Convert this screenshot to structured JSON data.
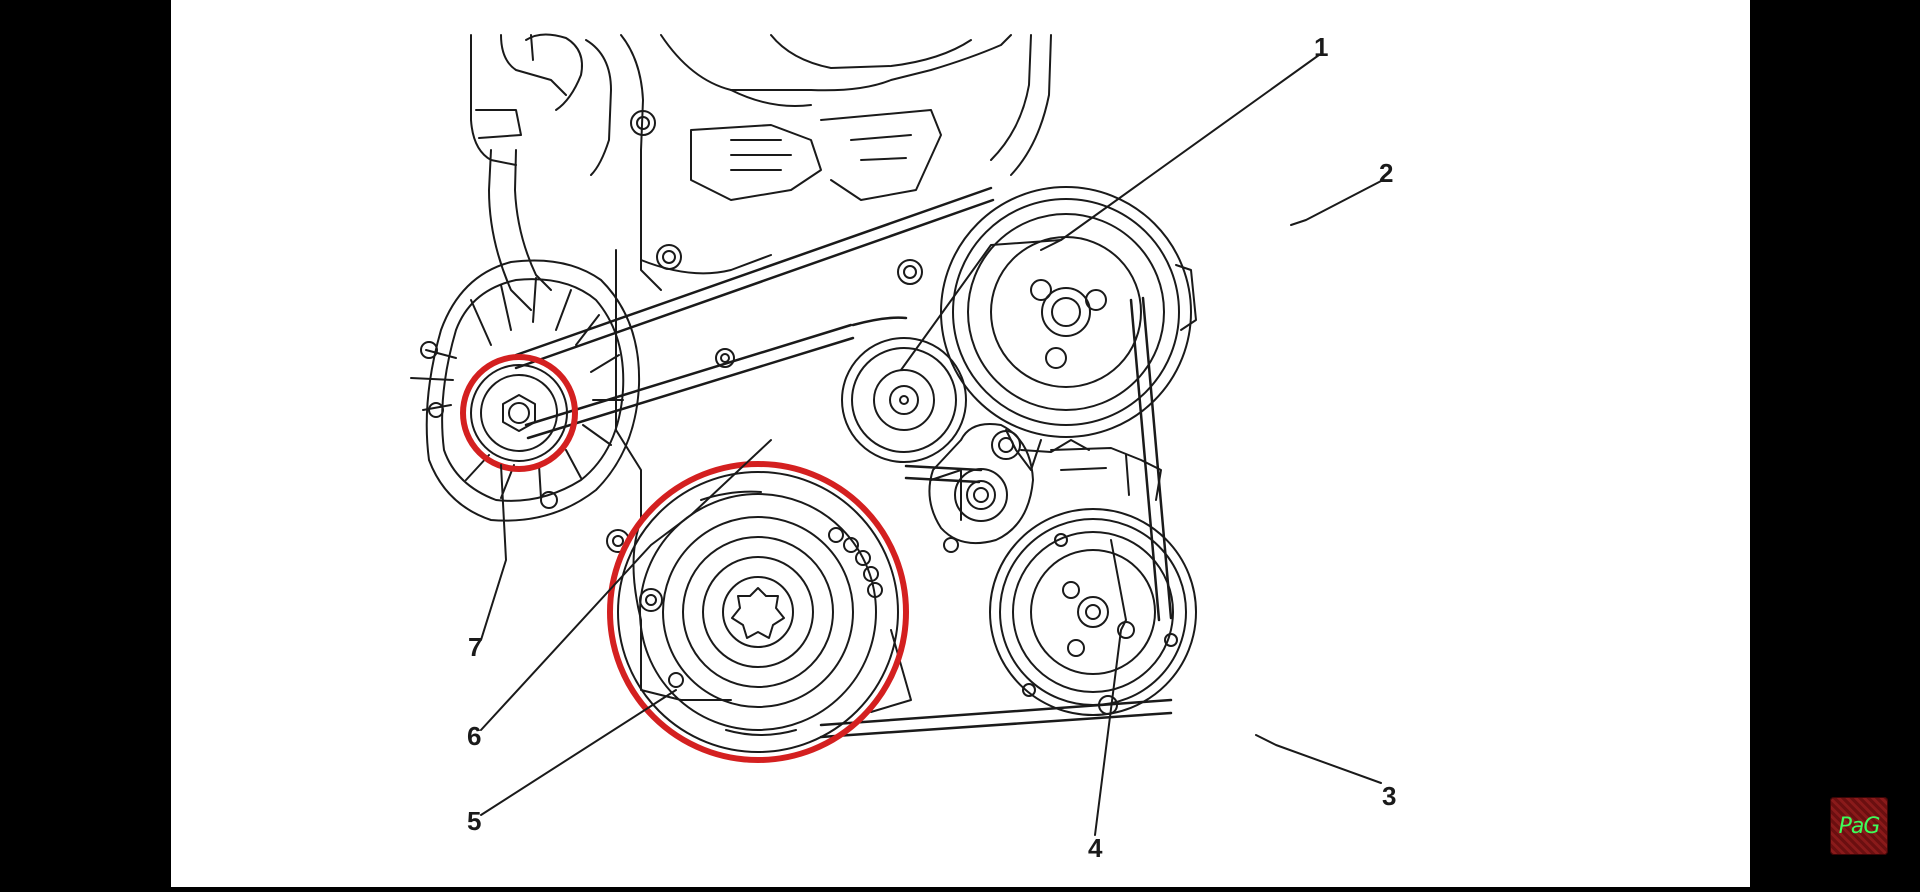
{
  "diagram": {
    "callouts": [
      {
        "id": "1",
        "label": "1"
      },
      {
        "id": "2",
        "label": "2"
      },
      {
        "id": "3",
        "label": "3"
      },
      {
        "id": "4",
        "label": "4"
      },
      {
        "id": "5",
        "label": "5"
      },
      {
        "id": "6",
        "label": "6"
      },
      {
        "id": "7",
        "label": "7"
      }
    ],
    "highlight_color": "#d42020",
    "line_color": "#1a1a1a",
    "highlighted_callouts": [
      "5",
      "7"
    ]
  },
  "watermark": {
    "text": "PaG",
    "text_color": "#3dfc5a",
    "background_color": "#7a1414"
  }
}
